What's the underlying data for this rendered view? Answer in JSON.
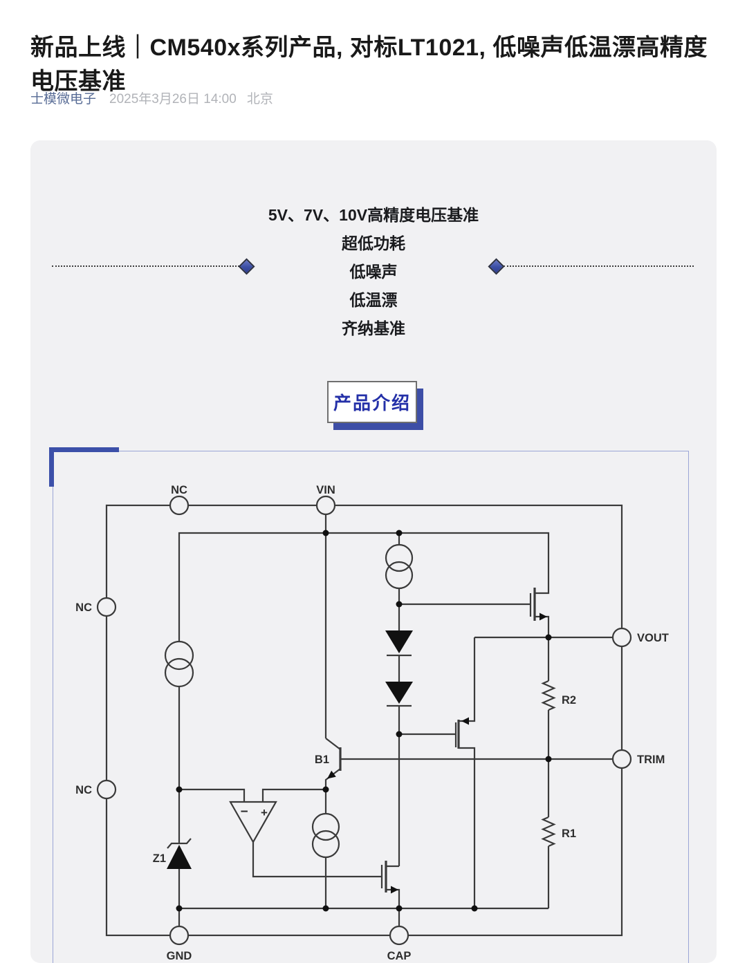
{
  "article": {
    "title": "新品上线｜CM540x系列产品, 对标LT1021, 低噪声低温漂高精度电压基准",
    "author": "士模微电子",
    "date": "2025年3月26日 14:00",
    "location": "北京"
  },
  "banner": {
    "features": [
      "5V、7V、10V高精度电压基准",
      "超低功耗",
      "低噪声",
      "低温漂",
      "齐纳基准"
    ],
    "section_label": "产品介绍"
  },
  "circuit": {
    "pins": {
      "nc_top": "NC",
      "vin": "VIN",
      "nc_left_upper": "NC",
      "nc_left_lower": "NC",
      "vout": "VOUT",
      "trim": "TRIM",
      "gnd": "GND",
      "cap": "CAP"
    },
    "labels": {
      "b1": "B1",
      "z1": "Z1",
      "r1": "R1",
      "r2": "R2",
      "opamp_minus": "−",
      "opamp_plus": "+"
    }
  },
  "colors": {
    "accent_blue": "#3c4ea6",
    "link_blue": "#576b95",
    "section_text_blue": "#2430a8",
    "container_border": "#9aa5d6",
    "card_bg": "#f1f1f3",
    "circuit_line": "#3a3a3a"
  }
}
